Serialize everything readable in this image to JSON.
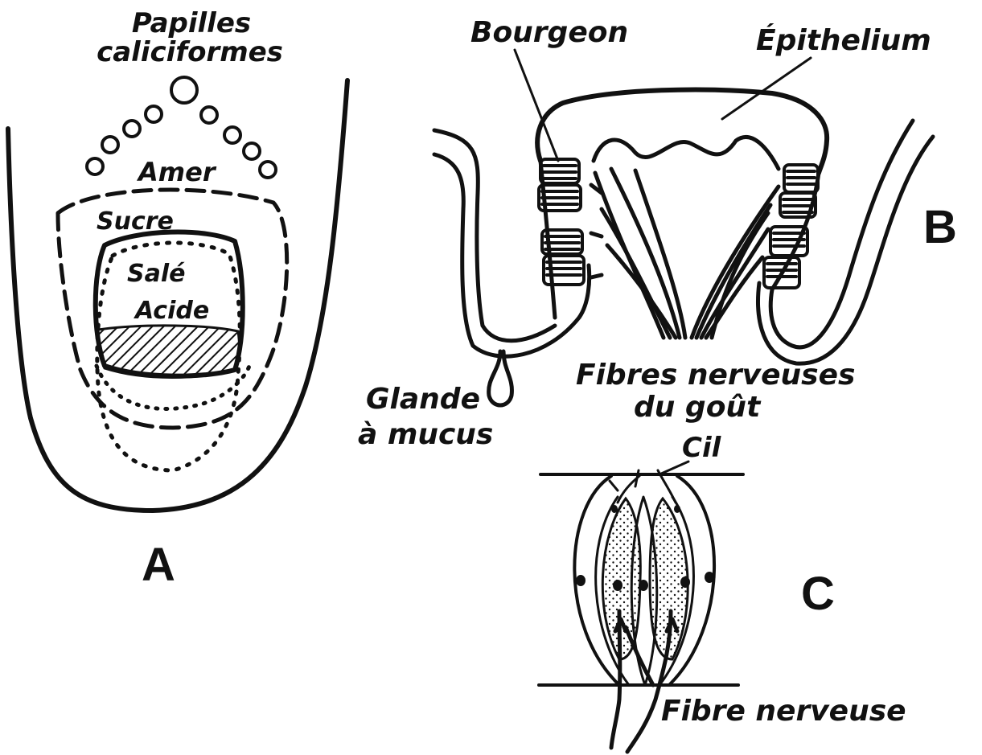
{
  "panels": {
    "a": "A",
    "b": "B",
    "c": "C"
  },
  "tongue_labels": {
    "papilles_line1": "Papilles",
    "papilles_line2": "caliciformes",
    "amer": "Amer",
    "sucre": "Sucre",
    "sale": "Salé",
    "acide": "Acide"
  },
  "papilla_labels": {
    "bourgeon": "Bourgeon",
    "epithelium": "Épithelium",
    "glande_line1": "Glande",
    "glande_line2": "à mucus",
    "fibres_line1": "Fibres nerveuses",
    "fibres_line2": "du goût"
  },
  "bud_labels": {
    "cil": "Cil",
    "fibre_nerveuse": "Fibre nerveuse"
  },
  "colors": {
    "ink": "#111111",
    "background": "#ffffff"
  }
}
